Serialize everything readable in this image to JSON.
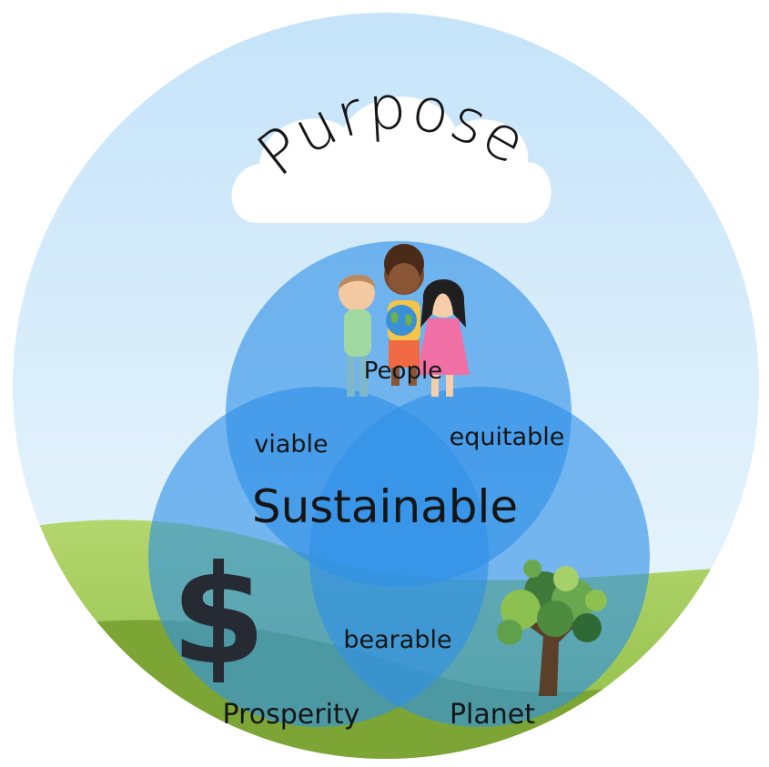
{
  "title": "Purpose",
  "sets": {
    "people": "People",
    "prosperity": "Prosperity",
    "planet": "Planet"
  },
  "overlaps": {
    "people_prosperity": "viable",
    "people_planet": "equitable",
    "prosperity_planet": "bearable",
    "center": "Sustainable"
  },
  "icons": {
    "people": "children-holding-globe-icon",
    "prosperity": "dollar-sign-icon",
    "planet": "tree-icon"
  },
  "colors": {
    "sky_top": "#c9e6fa",
    "sky_bottom": "#e6f3fc",
    "grass_light": "#a6cf5e",
    "grass_dark": "#6f9a2a",
    "circle_fill": "#2e8fe6",
    "text": "#151515"
  }
}
